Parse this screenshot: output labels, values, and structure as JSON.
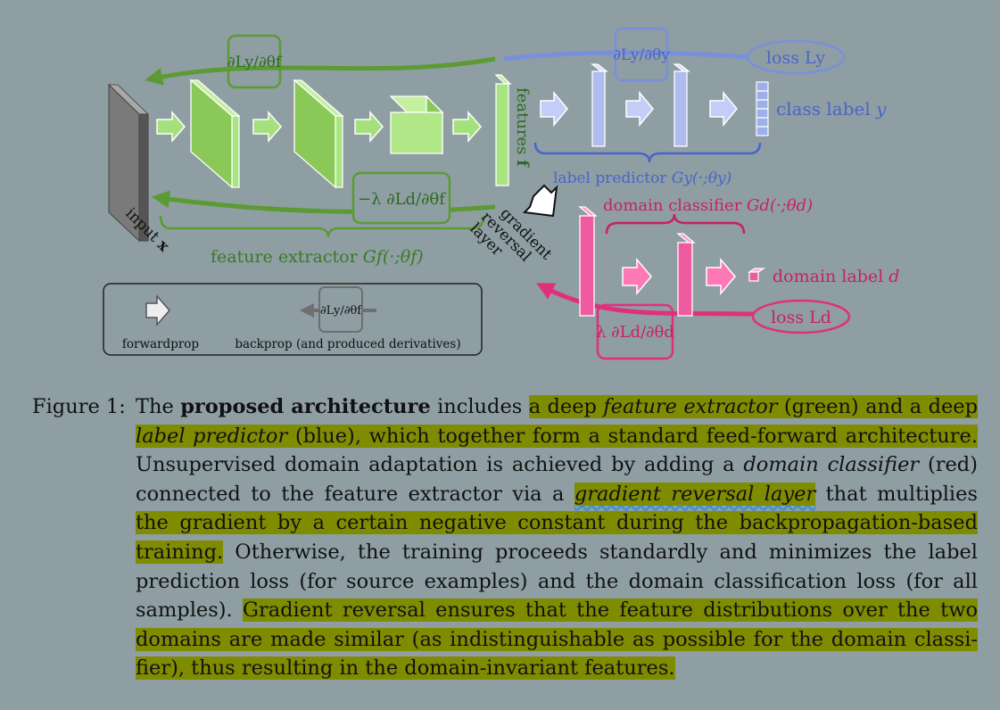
{
  "figure": {
    "labels": {
      "input": "input",
      "input_var": "x",
      "features": "features",
      "features_var": "f",
      "class_label": "class label",
      "class_var": "y",
      "label_predictor": "label predictor",
      "label_predictor_fn": "Gy(·;θy)",
      "domain_classifier": "domain classifier",
      "domain_classifier_fn": "Gd(·;θd)",
      "domain_label": "domain label",
      "domain_var": "d",
      "feature_extractor": "feature extractor",
      "feature_extractor_fn": "Gf(·;θf)",
      "grl": [
        "gradient",
        "reversal",
        "layer"
      ],
      "loss_y": "loss Ly",
      "loss_d": "loss Ld",
      "grad_y_f": "∂Ly/∂θf",
      "grad_y_y": "∂Ly/∂θy",
      "grad_neg": "−λ ∂Ld/∂θf",
      "grad_d": "λ ∂Ld/∂θd"
    },
    "legend": {
      "forward": "forwardprop",
      "backward": "backprop (and produced derivatives)",
      "grad": "∂Ly/∂θf"
    },
    "colors": {
      "green": "#8ac858",
      "green_dark": "#4a8a28",
      "blue": "#6a84d8",
      "pink": "#e0307c",
      "grey": "#777777",
      "highlight": "#7f8c00",
      "squiggle": "#2f8fe0"
    }
  },
  "caption": {
    "label": "Figure 1:",
    "l1": [
      "The ",
      "proposed architecture",
      " includes ",
      "a deep ",
      "feature extractor",
      " (green) and a deep"
    ],
    "l2": [
      "label predictor",
      " (blue), which together form a standard feed-forward architecture."
    ],
    "l3": [
      "Unsupervised domain adaptation is achieved by adding a ",
      "domain classifier",
      " (red)"
    ],
    "l4": [
      "connected to the feature extractor via a ",
      "gradient reversal layer",
      " that multiplies"
    ],
    "l5": "the gradient by a certain negative constant during the backpropagation-based",
    "l6": [
      "training.",
      " Otherwise, the training proceeds standardly and minimizes the label"
    ],
    "l7": "prediction loss (for source examples) and the domain classification loss (for all",
    "l8": [
      "samples). ",
      "Gradient reversal ensures that the feature distributions over the two"
    ],
    "l9": "domains are made similar (as indistinguishable as possible for the domain classi-",
    "l10": "fier), thus resulting in the domain-invariant features."
  }
}
